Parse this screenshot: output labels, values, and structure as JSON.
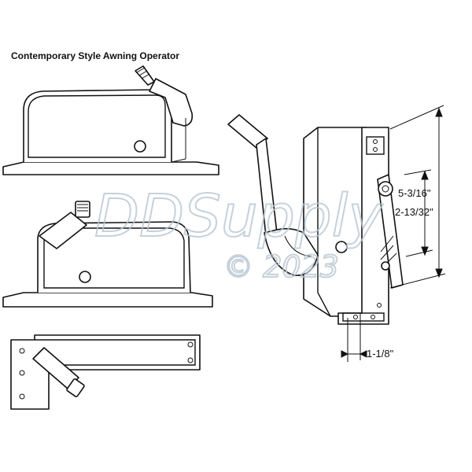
{
  "title": "Contemporary Style Awning Operator",
  "dimensions": {
    "overall_height": "5-3/16\"",
    "inner_height": "2-13/32\"",
    "width": "1-1/8\""
  },
  "watermark": {
    "brand": "DDSupply",
    "copyright": "© 2023"
  },
  "views": [
    "top-view-operator",
    "angled-view-operator",
    "side-view-operator",
    "perspective-operator-with-crank"
  ]
}
